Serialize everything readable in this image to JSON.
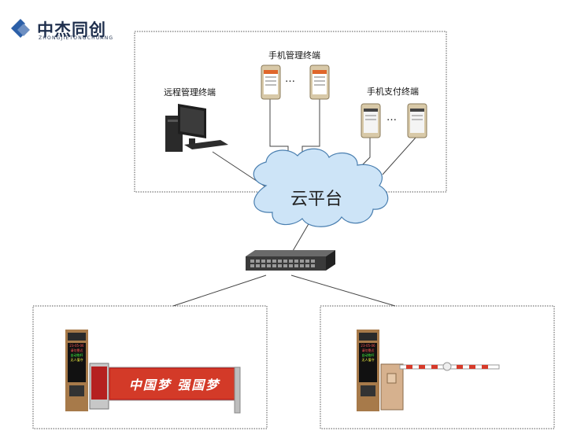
{
  "logo": {
    "name": "中杰同创",
    "subtitle": "ZHONGJIETONGCHUANG"
  },
  "diagram": {
    "labels": {
      "mobile_mgmt": "手机管理终端",
      "remote_mgmt": "远程管理终端",
      "mobile_pay": "手机支付终端",
      "cloud": "云平台",
      "ellipsis_1": "…",
      "ellipsis_2": "…"
    },
    "banner_text": "中国梦 强国梦",
    "display_lines": [
      "23-05-06",
      "请勿靠近",
      "自动抬杆",
      "无人值守"
    ],
    "colors": {
      "link": "#333333",
      "box_border": "#555555",
      "cloud": "#c9e3f7",
      "banner": "#c0201b"
    }
  }
}
